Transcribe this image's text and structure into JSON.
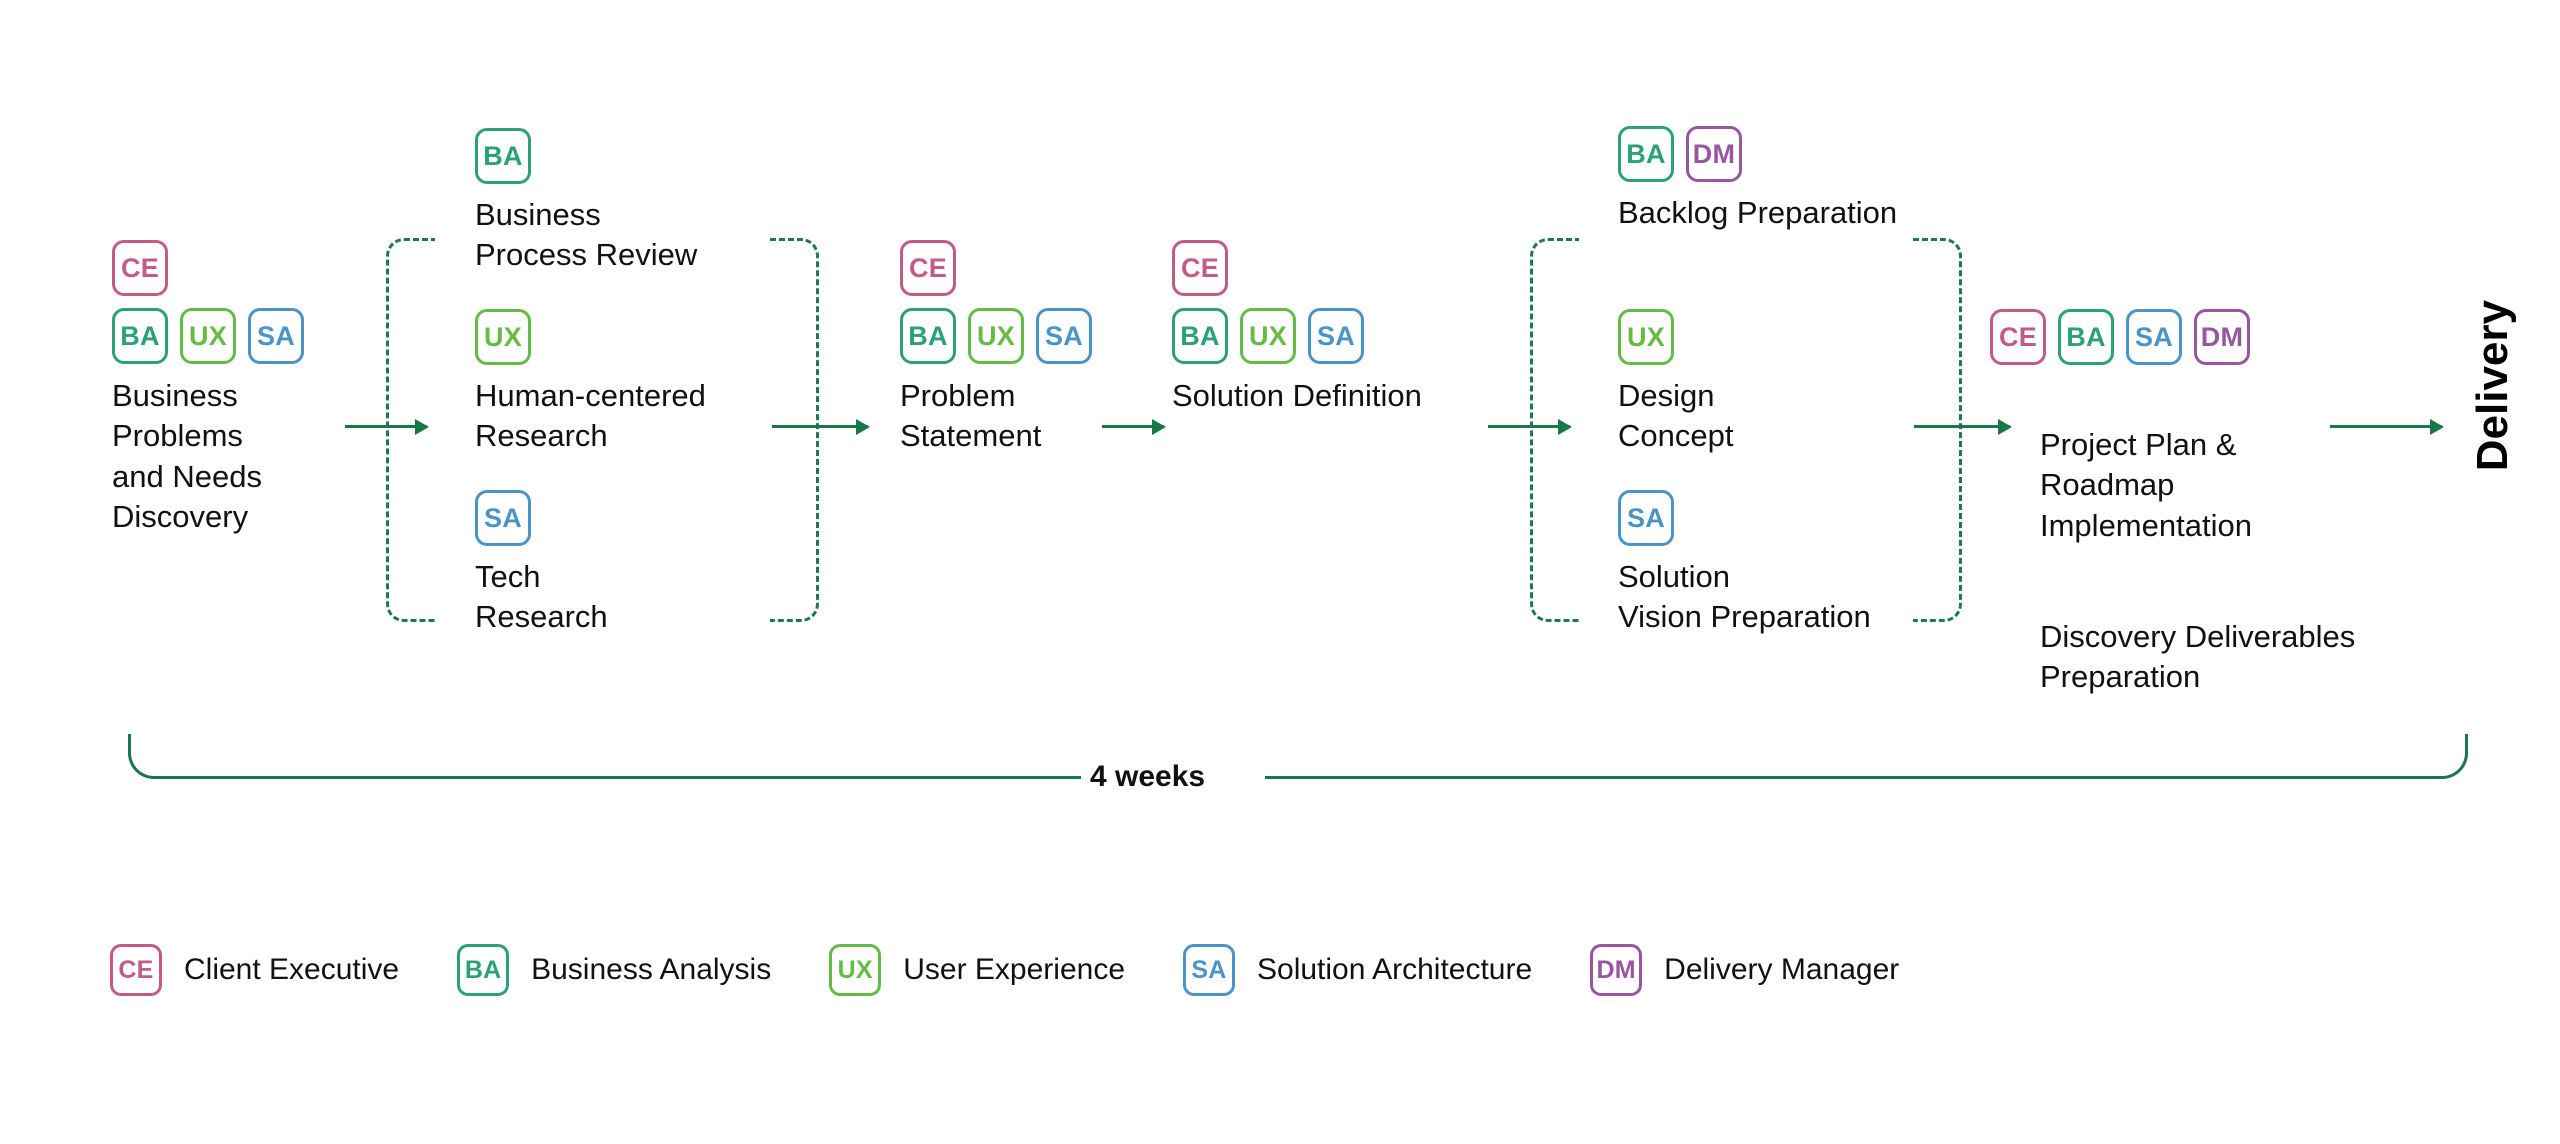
{
  "diagram": {
    "title_vertical": "Delivery",
    "duration_label": "4 weeks",
    "roles": {
      "CE": {
        "code": "CE",
        "name": "Client Executive",
        "color": "#c45b86"
      },
      "BA": {
        "code": "BA",
        "name": "Business Analysis",
        "color": "#2aa179"
      },
      "UX": {
        "code": "UX",
        "name": "User Experience",
        "color": "#64bb46"
      },
      "SA": {
        "code": "SA",
        "name": "Solution Architecture",
        "color": "#4b94c7"
      },
      "DM": {
        "code": "DM",
        "name": "Delivery Manager",
        "color": "#97569f"
      }
    },
    "accent_color": "#18784a",
    "stages": [
      {
        "id": "business-problems-and-needs-discovery",
        "label": "Business\nProblems\nand Needs\nDiscovery",
        "roles_top": [
          "CE"
        ],
        "roles_bottom": [
          "BA",
          "UX",
          "SA"
        ]
      },
      {
        "id": "business-process-review",
        "label": "Business\nProcess Review",
        "roles_top": [],
        "roles_bottom": [
          "BA"
        ]
      },
      {
        "id": "human-centered-research",
        "label": "Human-centered\nResearch",
        "roles_top": [],
        "roles_bottom": [
          "UX"
        ]
      },
      {
        "id": "tech-research",
        "label": "Tech\nResearch",
        "roles_top": [],
        "roles_bottom": [
          "SA"
        ]
      },
      {
        "id": "problem-statement",
        "label": "Problem\nStatement",
        "roles_top": [
          "CE"
        ],
        "roles_bottom": [
          "BA",
          "UX",
          "SA"
        ]
      },
      {
        "id": "solution-definition",
        "label": "Solution Definition",
        "roles_top": [
          "CE"
        ],
        "roles_bottom": [
          "BA",
          "UX",
          "SA"
        ]
      },
      {
        "id": "backlog-preparation",
        "label": "Backlog Preparation",
        "roles_top": [],
        "roles_bottom": [
          "BA",
          "DM"
        ]
      },
      {
        "id": "design-concept",
        "label": "Design\nConcept",
        "roles_top": [],
        "roles_bottom": [
          "UX"
        ]
      },
      {
        "id": "solution-vision-preparation",
        "label": "Solution\nVision Preparation",
        "roles_top": [],
        "roles_bottom": [
          "SA"
        ]
      },
      {
        "id": "project-plan-and-roadmap-implementation",
        "label": "Project Plan &\nRoadmap\nImplementation",
        "roles_top": [],
        "roles_bottom": [
          "CE",
          "BA",
          "SA",
          "DM"
        ]
      },
      {
        "id": "discovery-deliverables-preparation",
        "label": "Discovery Deliverables\nPreparation",
        "roles_top": [],
        "roles_bottom": []
      }
    ],
    "legend": [
      {
        "code": "CE",
        "label": "Client Executive"
      },
      {
        "code": "BA",
        "label": "Business Analysis"
      },
      {
        "code": "UX",
        "label": "User Experience"
      },
      {
        "code": "SA",
        "label": "Solution Architecture"
      },
      {
        "code": "DM",
        "label": "Delivery Manager"
      }
    ]
  }
}
